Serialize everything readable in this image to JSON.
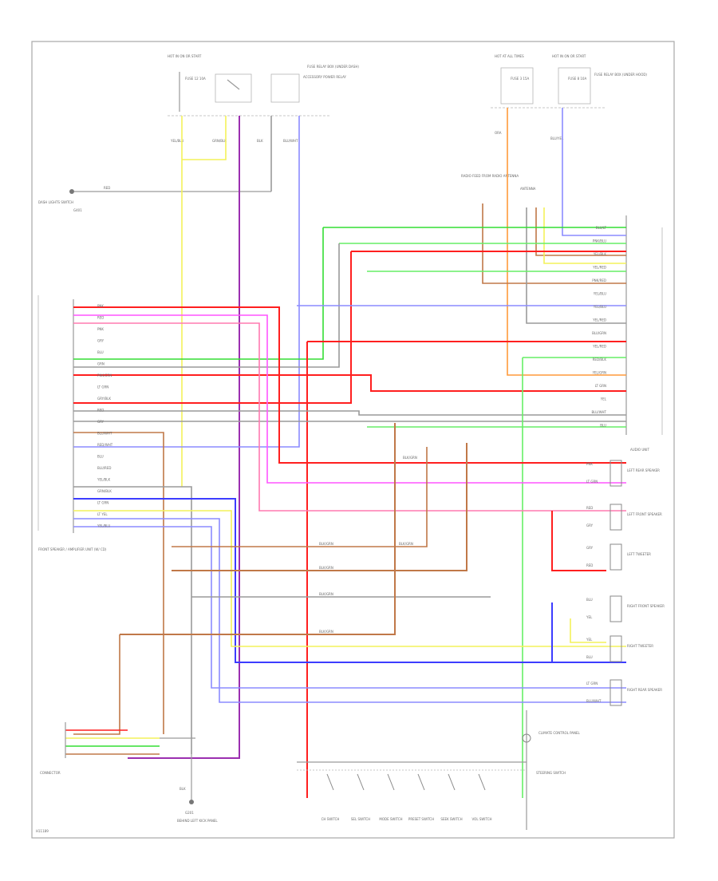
{
  "diagram": {
    "footer_code": "H11189",
    "top_left": {
      "hot_label": "HOT IN ON OR START",
      "fuse_label": "FUSE 12 10A",
      "relay_label": "ACCESSORY POWER RELAY",
      "fuse_box_label": "FUSE RELAY BOX (UNDER DASH)",
      "wire_yel_blu": "YEL/BLU",
      "wire_grn_blk": "GRN/BLK",
      "wire_blk": "BLK",
      "wire_blu_wht": "BLU/WHT"
    },
    "top_right": {
      "hot_at_all_times": "HOT AT ALL TIMES",
      "hot_in_on": "HOT IN ON OR START",
      "fuse_a": "FUSE 3 15A",
      "fuse_b": "FUSE 8 10A",
      "fuse_box_label": "FUSE RELAY BOX (UNDER HOOD)",
      "wire_ora": "ORA",
      "wire_blu_yel": "BLU/YEL"
    },
    "lights_switch": {
      "label": "DASH LIGHTS SWITCH",
      "pin": "G401",
      "wire": "RED"
    },
    "antenna_label": "ANTENNA",
    "radio_label": "RADIO FEED FROM RADIO ANTENNA",
    "audio_unit": {
      "label": "AUDIO UNIT",
      "pins": [
        "BLU/LT",
        "PNK/BLU",
        "YEL/BLK",
        "YEL/RED",
        "PNK/RED",
        "YEL/BLU",
        "YEL/BLU",
        "YEL/RED",
        "BLU/GRN",
        "YEL/RED",
        "RED/BLK",
        "YEL/GRN",
        "LT GRN",
        "YEL",
        "BLU/WHT",
        "BLU"
      ]
    },
    "left_unit": {
      "label": "FRONT SPEAKER / AMPLIFIER UNIT (W/ CD)",
      "pins": [
        "PNK",
        "RED",
        "PNK",
        "GRY",
        "BLU",
        "GRN",
        "PNK/GRN",
        "LT GRN",
        "GRY/BLK",
        "RED",
        "GRY",
        "BLU/WHT",
        "RED/WHT",
        "BLU",
        "BLU/RED",
        "YEL/BLK",
        "GRN/BLK",
        "LT GRN",
        "LT YEL",
        "YEL/BLU"
      ]
    },
    "speakers": [
      {
        "label": "LEFT REAR SPEAKER",
        "wires": [
          "PNK",
          "LT GRN"
        ]
      },
      {
        "label": "LEFT FRONT SPEAKER",
        "wires": [
          "RED",
          "GRY"
        ]
      },
      {
        "label": "LEFT TWEETER",
        "wires": [
          "GRY",
          "RED"
        ]
      },
      {
        "label": "RIGHT FRONT SPEAKER",
        "wires": [
          "BLU",
          "YEL"
        ]
      },
      {
        "label": "RIGHT TWEETER",
        "wires": [
          "YEL",
          "BLU"
        ]
      },
      {
        "label": "RIGHT REAR SPEAKER",
        "wires": [
          "LT GRN",
          "BLU/WHT"
        ]
      }
    ],
    "mid_wire_labels": [
      "BLK/GRN",
      "BLK/GRN",
      "BLK/GRN",
      "BLK/GRN",
      "BLK/GRN",
      "BLK/GRN"
    ],
    "bottom": {
      "ground_label": "G201",
      "ground_desc": "BEHIND LEFT KICK PANEL",
      "climate_label": "CLIMATE CONTROL PANEL",
      "steering_label": "STEERING SWITCH",
      "switches": [
        "CH SWITCH",
        "SEL SWITCH",
        "MODE SWITCH",
        "PRESET SWITCH",
        "SEEK SWITCH",
        "VOL SWITCH"
      ],
      "connector_label": "CONNECTOR",
      "wire_blk": "BLK"
    }
  },
  "colors": {
    "red": "#ff1f1f",
    "pink": "#ff7ab0",
    "magenta": "#ff55ff",
    "blue": "#3c3cff",
    "lightblue": "#8c8cff",
    "green": "#33dd33",
    "lightgreen": "#66ee66",
    "yellow": "#f4f25a",
    "brown": "#c07848",
    "orange": "#ff9a3a",
    "purple": "#9b2fb0",
    "gray": "#9a9a9a",
    "black": "#444444"
  }
}
